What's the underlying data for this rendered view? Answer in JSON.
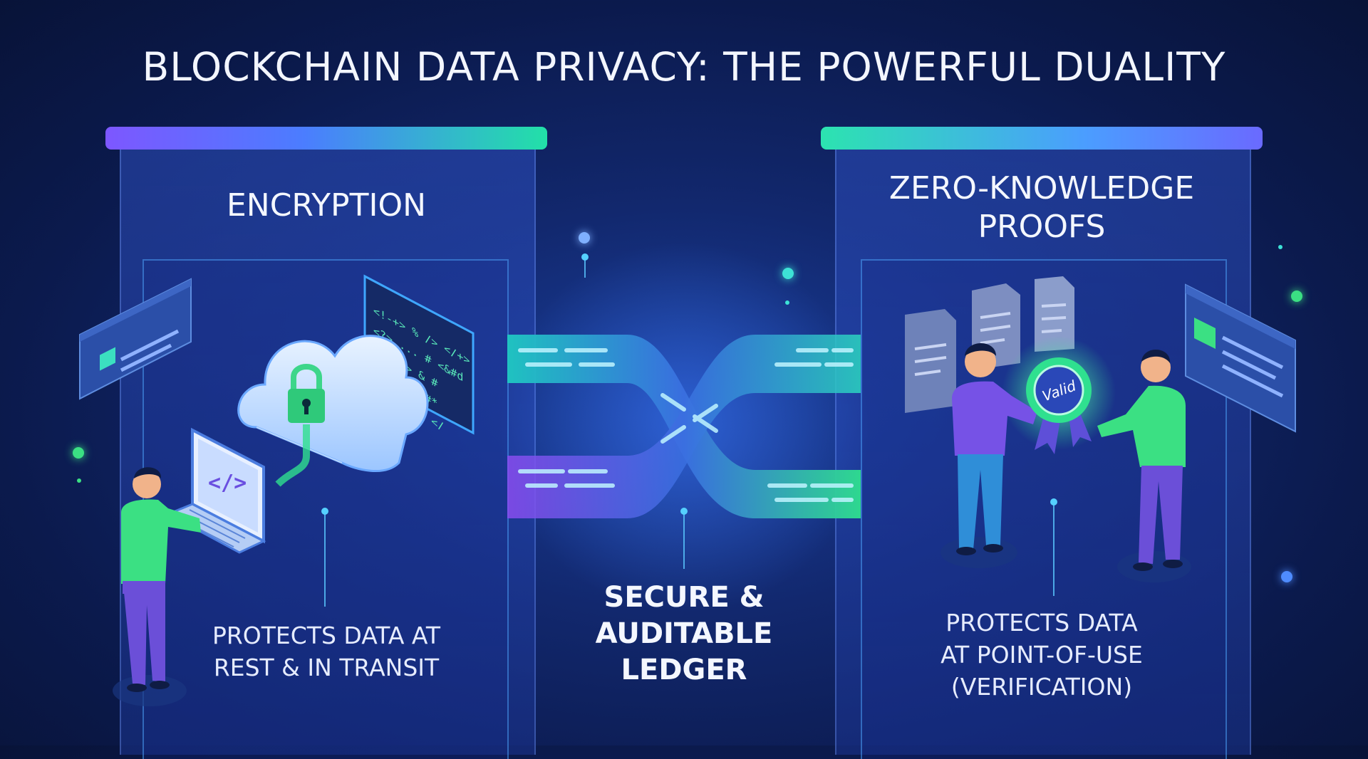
{
  "title": "BLOCKCHAIN DATA PRIVACY: THE POWERFUL DUALITY",
  "left_panel": {
    "heading": "ENCRYPTION",
    "description_line1": "PROTECTS DATA AT",
    "description_line2": "REST & IN TRANSIT",
    "code_lines": [
      "<!-+> % /> </+>",
      "<?>   ...  #  <&#d",
      "&#% <> & #",
      "<< >> { #*",
      "? ,% /#& </"
    ],
    "laptop_symbol": "</>"
  },
  "center": {
    "label_line1": "SECURE &",
    "label_line2": "AUDITABLE",
    "label_line3": "LEDGER"
  },
  "right_panel": {
    "heading_line1": "ZERO-KNOWLEDGE",
    "heading_line2": "PROOFS",
    "description_line1": "PROTECTS DATA",
    "description_line2": "AT POINT-OF-USE",
    "description_line3": "(VERIFICATION)",
    "badge_text": "Valid"
  },
  "colors": {
    "background": "#0b1a4d",
    "accent_green": "#2fe08f",
    "accent_purple": "#7d57ff",
    "accent_cyan": "#3ab8ff"
  }
}
